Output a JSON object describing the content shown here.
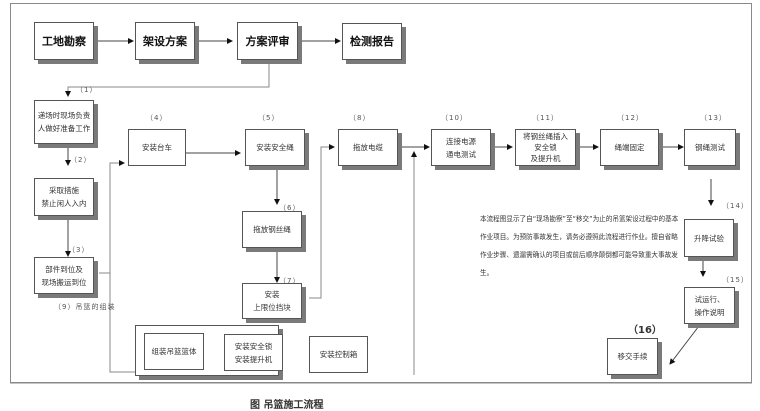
{
  "top_row": [
    "工地勘察",
    "架设方案",
    "方案评审",
    "检测报告"
  ],
  "steps": {
    "s1": {
      "num": "（1）",
      "lines": [
        "递场时现场负责",
        "人做好准备工作"
      ]
    },
    "s2": {
      "num": "（2）",
      "lines": [
        "采取措施",
        "禁止闲人入内"
      ]
    },
    "s3": {
      "num": "（3）",
      "lines": [
        "部件到位及",
        "现场搬运到位"
      ]
    },
    "s4": {
      "num": "（4）",
      "lines": [
        "安装台车"
      ]
    },
    "s5": {
      "num": "（5）",
      "lines": [
        "安装安全绳"
      ]
    },
    "s6": {
      "num": "（6）",
      "lines": [
        "拖放钢丝绳"
      ]
    },
    "s7": {
      "num": "（7）",
      "lines": [
        "安装",
        "上限位挡块"
      ]
    },
    "s8": {
      "num": "（8）",
      "lines": [
        "拖放电缆"
      ]
    },
    "s9": {
      "label": "（9）吊篮的组装",
      "items": [
        [
          "组装吊篮篮体"
        ],
        [
          "安装安全锁",
          "安装提升机"
        ],
        [
          "安装控制箱"
        ]
      ]
    },
    "s10": {
      "num": "（10）",
      "lines": [
        "连接电源",
        "通电测试"
      ]
    },
    "s11": {
      "num": "（11）",
      "lines": [
        "将钢丝绳插入",
        "安全锁",
        "及提升机"
      ]
    },
    "s12": {
      "num": "（12）",
      "lines": [
        "绳端固定"
      ]
    },
    "s13": {
      "num": "（13）",
      "lines": [
        "钢绳测试"
      ]
    },
    "s14": {
      "num": "（14）",
      "lines": [
        "升降试验"
      ]
    },
    "s15": {
      "num": "（15）",
      "lines": [
        "试运行、",
        "操作说明"
      ]
    },
    "s16": {
      "num": "（16）",
      "lines": [
        "移交手续"
      ]
    }
  },
  "description": "本流程图显示了自“现场勘察”至“移交”为止的吊篮架设过程中的基本作业项目。为预防事故发生，请务必遵照此流程进行作业。擅自省略作业步骤、遗漏需确认的项目或前后顺序颠倒都可能导致重大事故发生。",
  "caption": "图      吊篮施工流程"
}
